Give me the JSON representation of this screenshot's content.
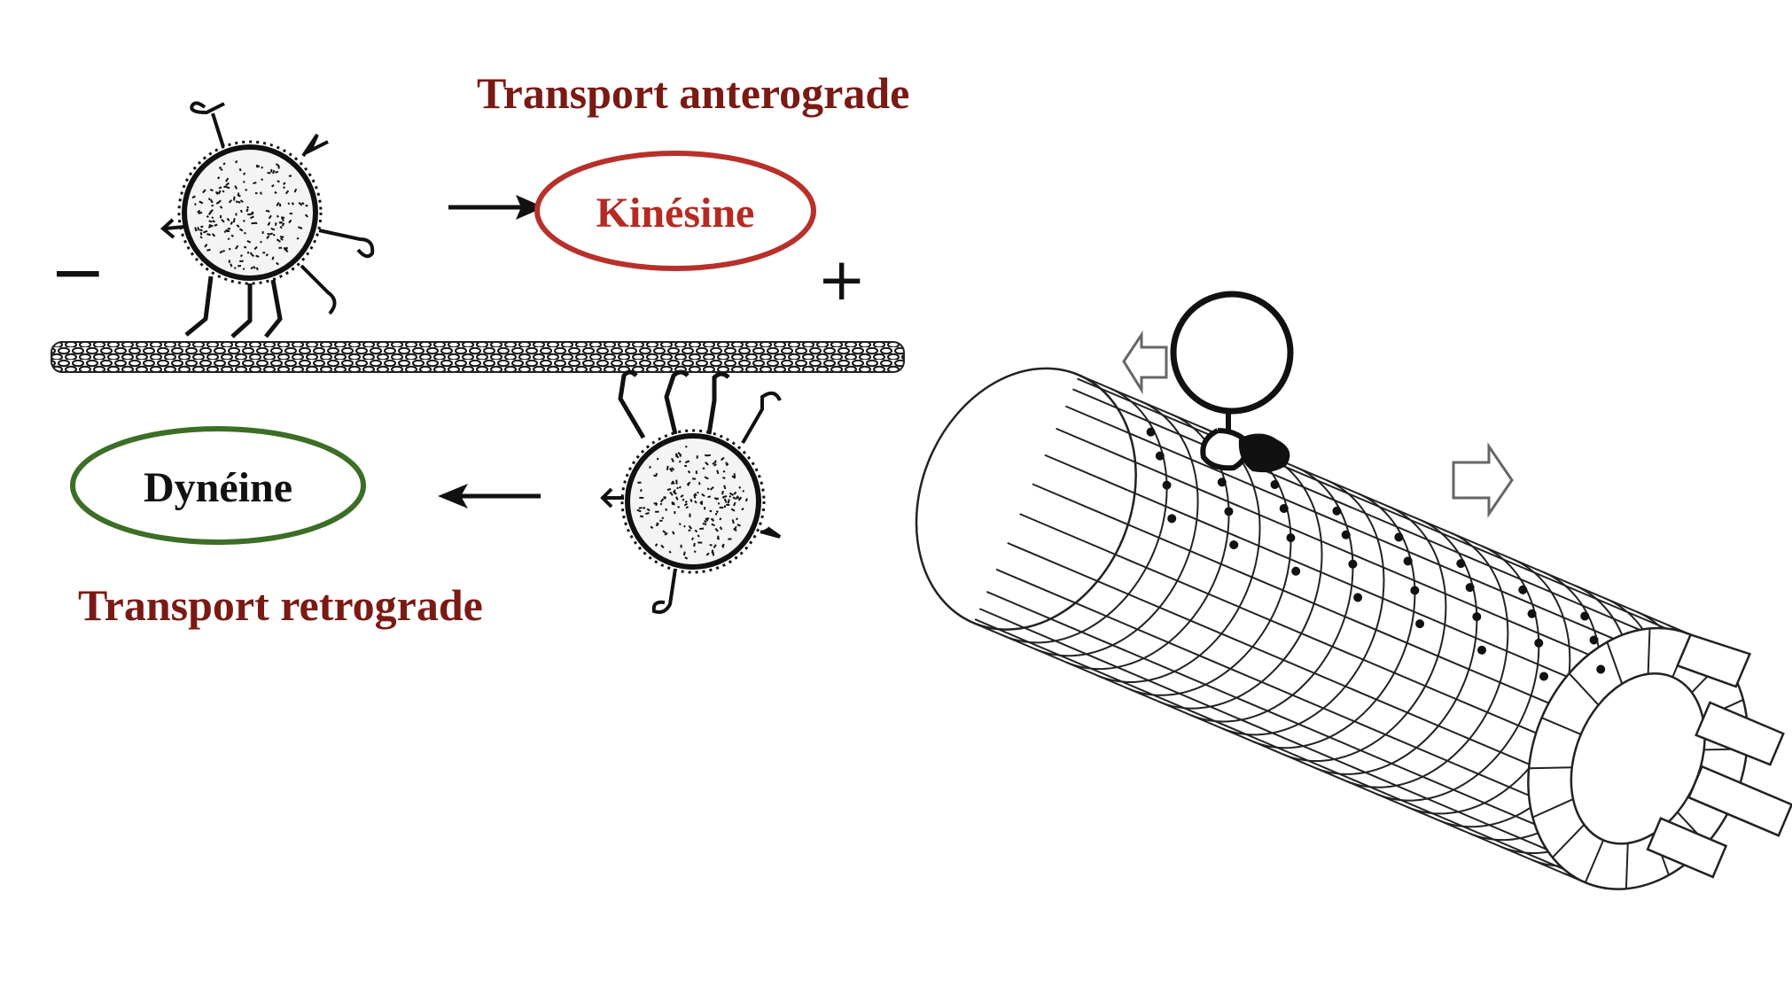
{
  "labels": {
    "anterograde": "Transport anterograde",
    "retrograde": "Transport retrograde",
    "kinesin": "Kinésine",
    "dynein": "Dynéine",
    "minus_sign": "−",
    "plus_sign": "+"
  },
  "colors": {
    "label_text": "#7a1a14",
    "kinesin_text": "#b52a22",
    "kinesin_ring": "#b8302a",
    "dynein_ring": "#3c6e26",
    "dynein_text": "#111111",
    "ink": "#111111"
  }
}
